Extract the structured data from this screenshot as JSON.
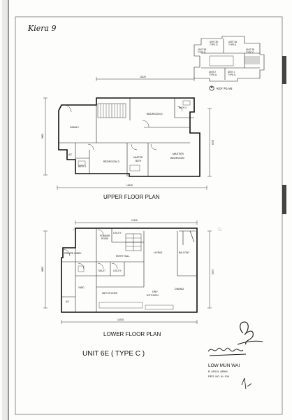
{
  "handwritten_note": "Kiera 9",
  "key_plan": {
    "label": "KEY PLAN",
    "units": [
      {
        "name": "UNIT 3D",
        "type": "TYPE D"
      },
      {
        "name": "UNIT 3A",
        "type": "TYPE A"
      },
      {
        "name": "UNIT 3E",
        "type": "TYPE C"
      },
      {
        "name": "UNIT 3B",
        "type": "TYPE B"
      },
      {
        "name": "UNIT 2",
        "type": "TYPE A"
      },
      {
        "name": "UNIT 1",
        "type": "TYPE A"
      }
    ]
  },
  "upper_floor": {
    "title": "UPPER FLOOR PLAN",
    "dims": {
      "top": "11425",
      "bottom": "16205",
      "left": "5800",
      "right": "5375"
    },
    "rooms": {
      "family": "FAMILY",
      "bedroom2": "BEDROOM 2",
      "bath2": "BATH 2",
      "ac": "A/C",
      "bath3": "BATH 3",
      "bedroom3": "BEDROOM 3",
      "master_bath_1": "MASTER",
      "master_bath_2": "BATH",
      "master_bed_1": "MASTER",
      "master_bed_2": "BEDROOM"
    }
  },
  "lower_floor": {
    "title": "LOWER FLOOR PLAN",
    "dims": {
      "top": "11325",
      "bottom": "16705",
      "left": "8800",
      "right": "5375"
    },
    "rooms": {
      "utility_top": "UTILITY",
      "powder_1": "POWDER",
      "powder_2": "ROOM",
      "private_lobby": "PRIVATE LOBBY",
      "entry_hall": "ENTRY HALL",
      "living": "LIVING",
      "balcony": "BALCONY",
      "toilet": "TOILET",
      "utility": "UTILITY",
      "yard": "YARD",
      "ac": "A/C",
      "wet_kitchen": "WET KITCHEN",
      "dry_kitchen_1": "DRY",
      "dry_kitchen_2": "KITCHEN",
      "dining": "DINING"
    }
  },
  "unit_title": "UNIT 6E ( TYPE C )",
  "architect": {
    "name": "LOW MUN WAI",
    "qualification": "B. ARCH. APAM.",
    "reg": "REG. NO. AL 106"
  }
}
